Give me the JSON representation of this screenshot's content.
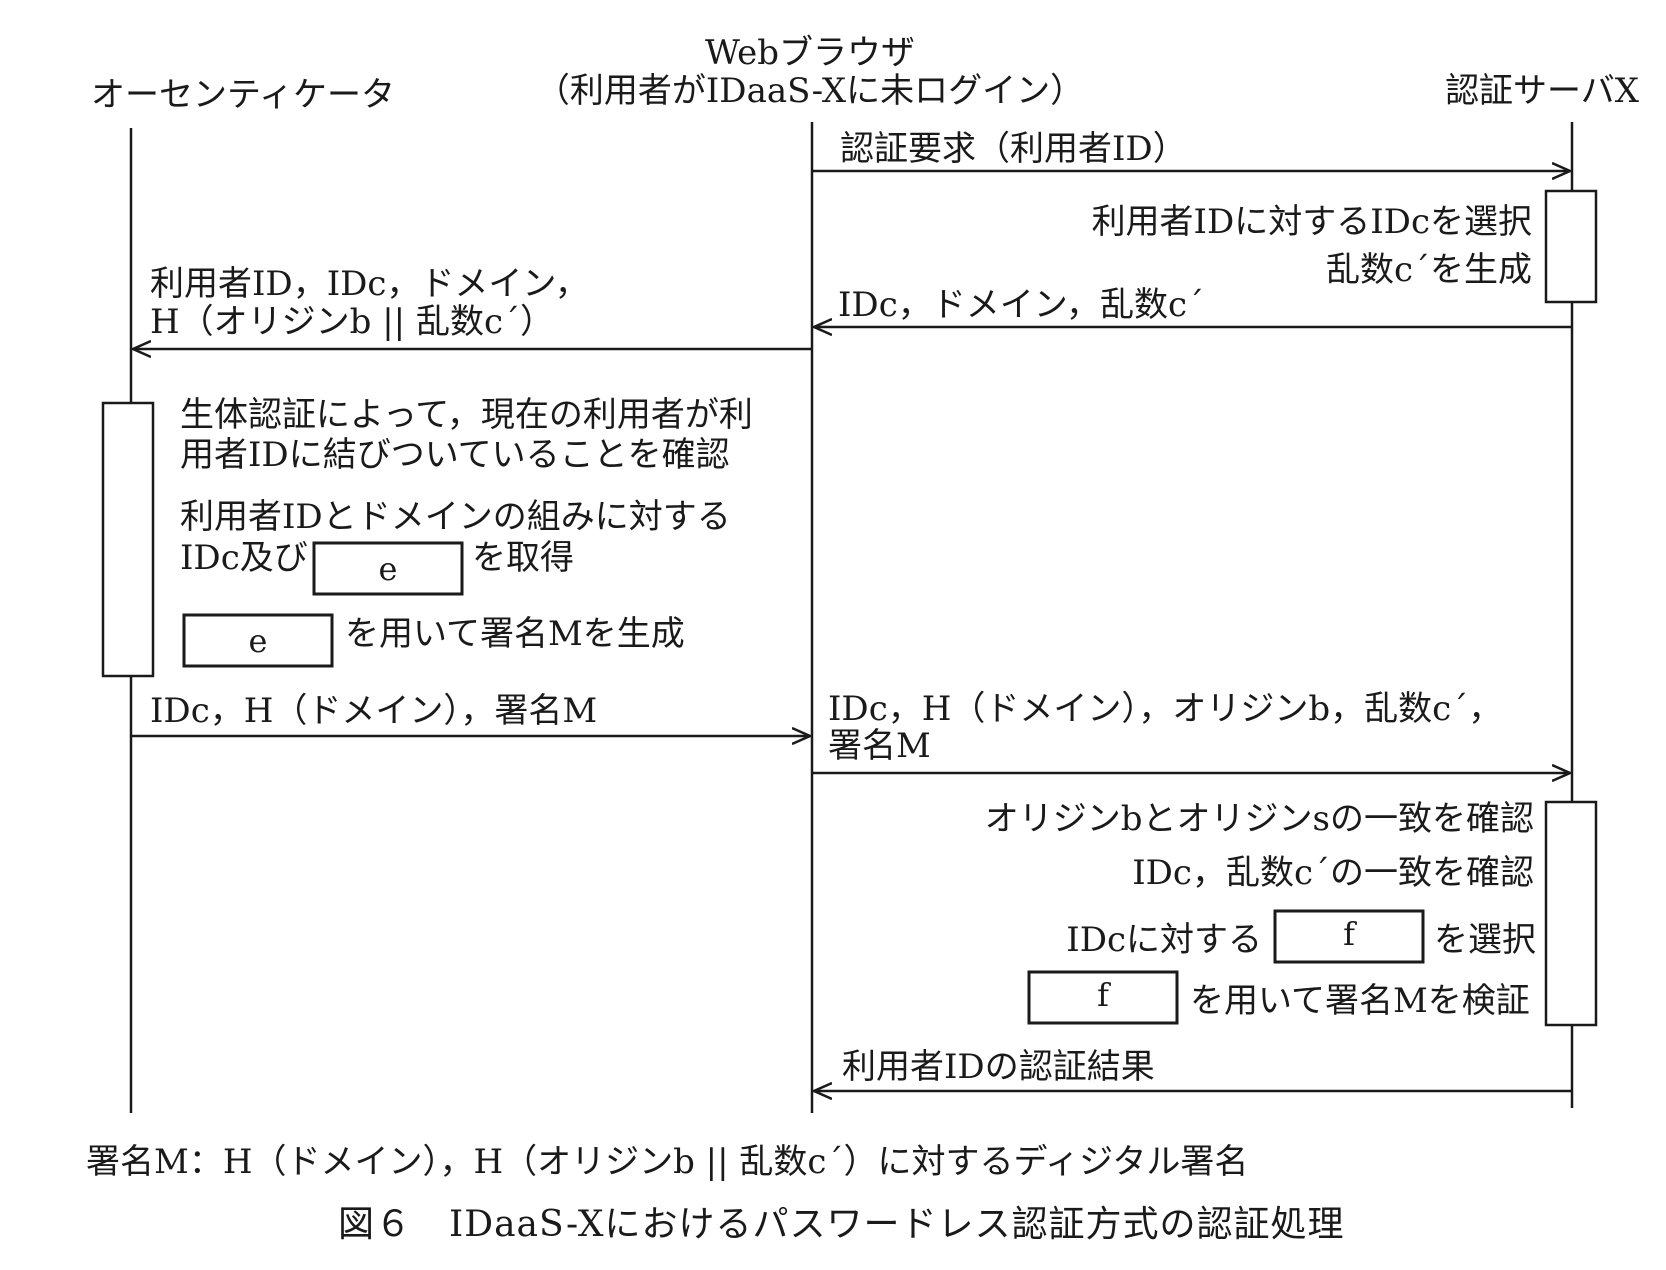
{
  "actors": {
    "authenticator": "オーセンティケータ",
    "browser_line1": "Webブラウザ",
    "browser_line2": "（利用者がIDaaS-Xに未ログイン）",
    "server": "認証サーバX"
  },
  "messages": {
    "m1": "認証要求（利用者ID）",
    "m2": "IDc，ドメイン，乱数c´",
    "m3_line1": "利用者ID，IDc，ドメイン，",
    "m3_line2": "H（オリジンb || 乱数c´）",
    "m4": "IDc，H（ドメイン），署名M",
    "m5_line1": "IDc，H（ドメイン），オリジンb，乱数c´，",
    "m5_line2": "署名M",
    "m6": "利用者IDの認証結果"
  },
  "server_notes": {
    "n1": "利用者IDに対するIDcを選択",
    "n2": "乱数c´を生成",
    "n3": "オリジンbとオリジンsの一致を確認",
    "n4": "IDc，乱数c´の一致を確認",
    "n5_pre": "IDcに対する",
    "n5_post": "を選択",
    "n6_post": "を用いて署名Mを検証"
  },
  "auth_notes": {
    "a1_line1": "生体認証によって，現在の利用者が利",
    "a1_line2": "用者IDに結びついていることを確認",
    "a2_line1": "利用者IDとドメインの組みに対する",
    "a2_pre": "IDc及び",
    "a2_post": "を取得",
    "a3_post": "を用いて署名Mを生成"
  },
  "blanks": {
    "e": "e",
    "f": "f"
  },
  "footnote": "署名M：H（ドメイン），H（オリジンb || 乱数c´）に対するディジタル署名",
  "caption": "図６　IDaaS-Xにおけるパスワードレス認証方式の認証処理"
}
